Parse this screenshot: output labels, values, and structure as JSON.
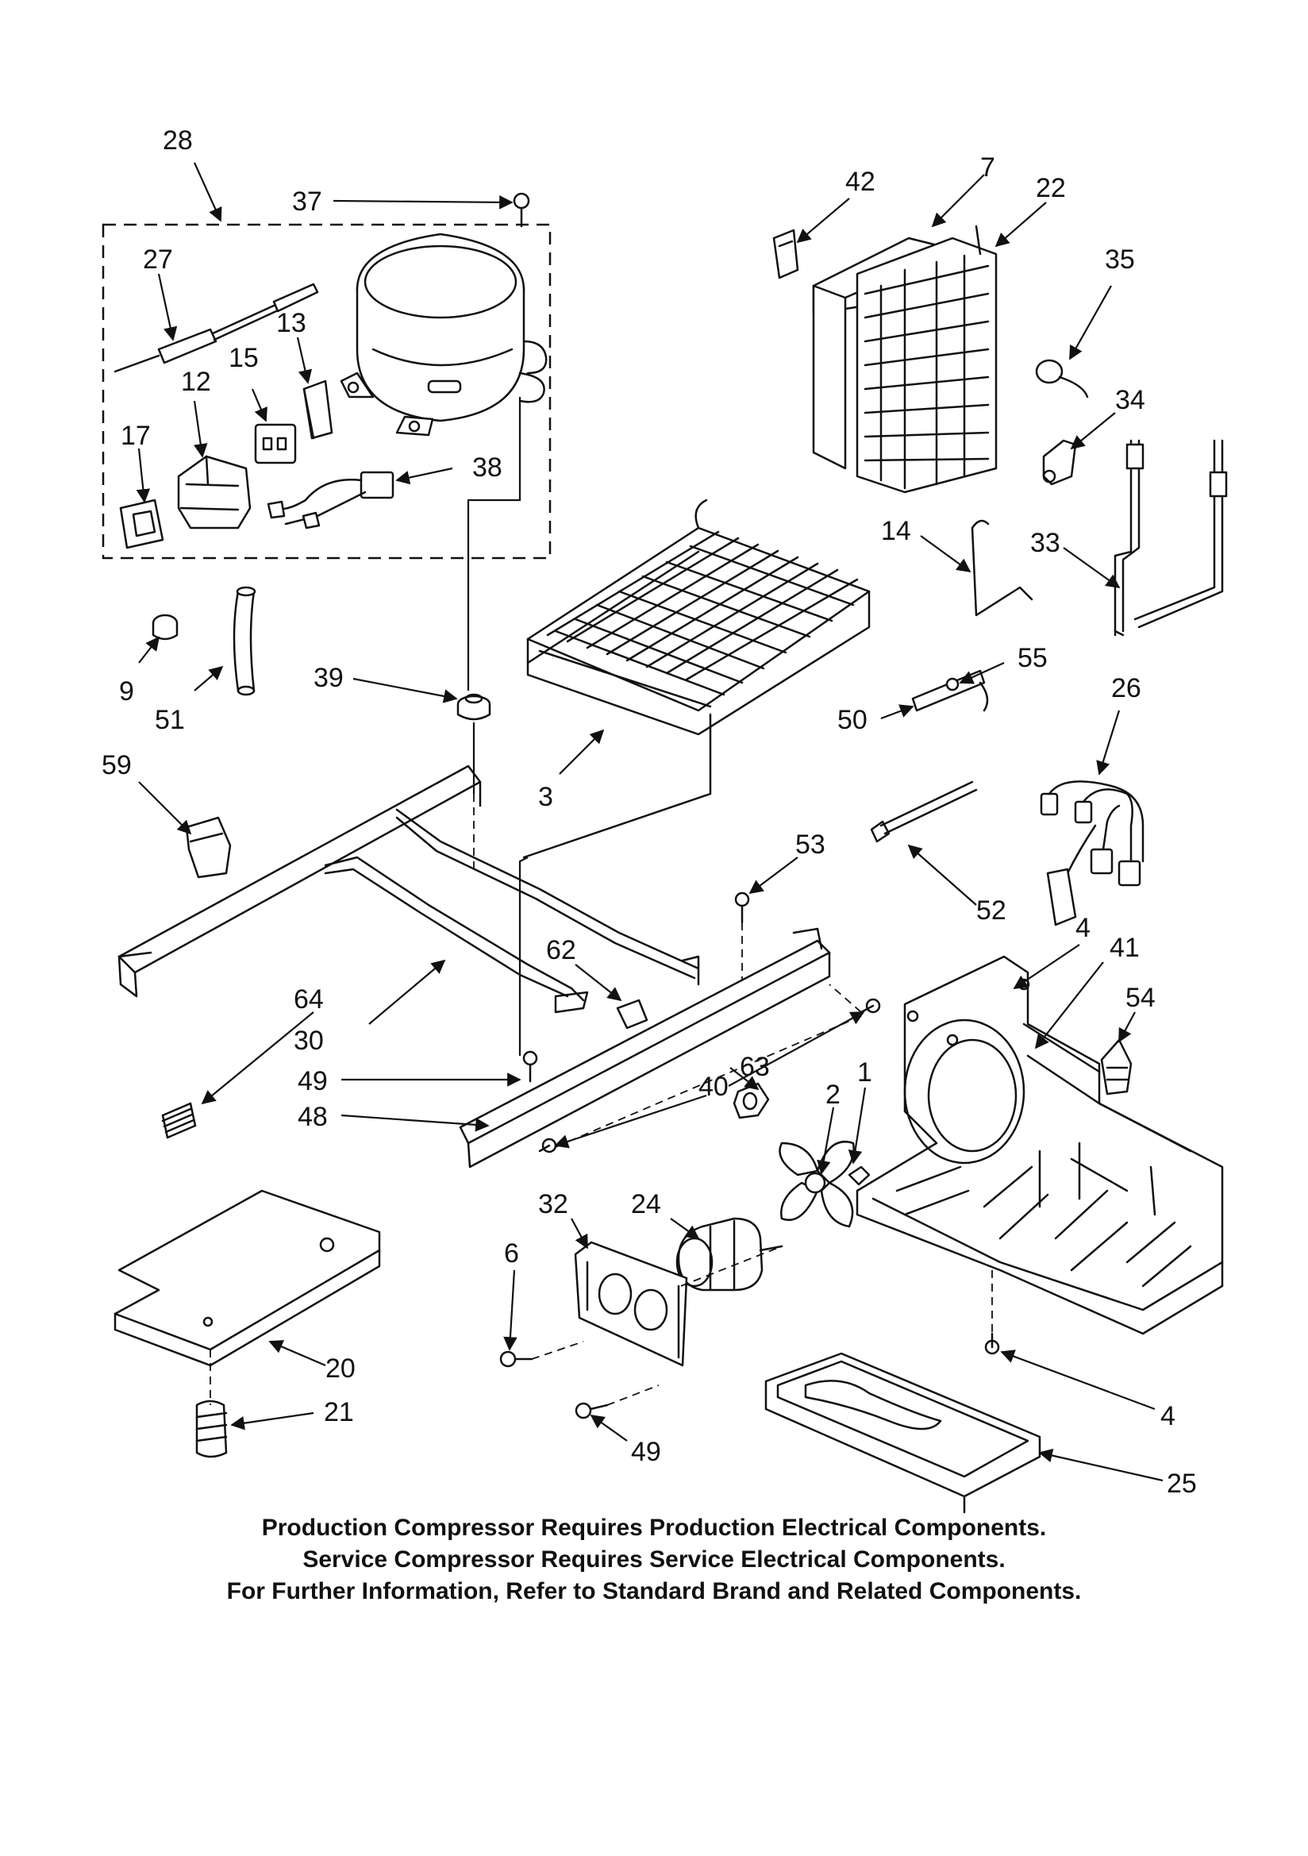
{
  "diagram": {
    "callouts": [
      {
        "id": "28",
        "label": "28"
      },
      {
        "id": "37",
        "label": "37"
      },
      {
        "id": "27",
        "label": "27"
      },
      {
        "id": "13",
        "label": "13"
      },
      {
        "id": "15",
        "label": "15"
      },
      {
        "id": "12",
        "label": "12"
      },
      {
        "id": "17",
        "label": "17"
      },
      {
        "id": "38",
        "label": "38"
      },
      {
        "id": "42",
        "label": "42"
      },
      {
        "id": "7",
        "label": "7"
      },
      {
        "id": "22",
        "label": "22"
      },
      {
        "id": "35",
        "label": "35"
      },
      {
        "id": "34",
        "label": "34"
      },
      {
        "id": "14",
        "label": "14"
      },
      {
        "id": "33",
        "label": "33"
      },
      {
        "id": "9",
        "label": "9"
      },
      {
        "id": "51",
        "label": "51"
      },
      {
        "id": "39",
        "label": "39"
      },
      {
        "id": "55",
        "label": "55"
      },
      {
        "id": "50",
        "label": "50"
      },
      {
        "id": "26",
        "label": "26"
      },
      {
        "id": "59",
        "label": "59"
      },
      {
        "id": "3",
        "label": "3"
      },
      {
        "id": "53",
        "label": "53"
      },
      {
        "id": "52",
        "label": "52"
      },
      {
        "id": "62",
        "label": "62"
      },
      {
        "id": "4a",
        "label": "4"
      },
      {
        "id": "41",
        "label": "41"
      },
      {
        "id": "54",
        "label": "54"
      },
      {
        "id": "64",
        "label": "64"
      },
      {
        "id": "30",
        "label": "30"
      },
      {
        "id": "49a",
        "label": "49"
      },
      {
        "id": "63",
        "label": "63"
      },
      {
        "id": "40",
        "label": "40"
      },
      {
        "id": "1",
        "label": "1"
      },
      {
        "id": "2",
        "label": "2"
      },
      {
        "id": "48",
        "label": "48"
      },
      {
        "id": "24",
        "label": "24"
      },
      {
        "id": "32",
        "label": "32"
      },
      {
        "id": "6",
        "label": "6"
      },
      {
        "id": "20",
        "label": "20"
      },
      {
        "id": "21",
        "label": "21"
      },
      {
        "id": "4b",
        "label": "4"
      },
      {
        "id": "49b",
        "label": "49"
      },
      {
        "id": "25",
        "label": "25"
      }
    ]
  },
  "notes": [
    "Production Compressor Requires Production Electrical Components.",
    "Service Compressor Requires Service Electrical Components.",
    "For Further Information, Refer to Standard Brand and Related Components."
  ]
}
